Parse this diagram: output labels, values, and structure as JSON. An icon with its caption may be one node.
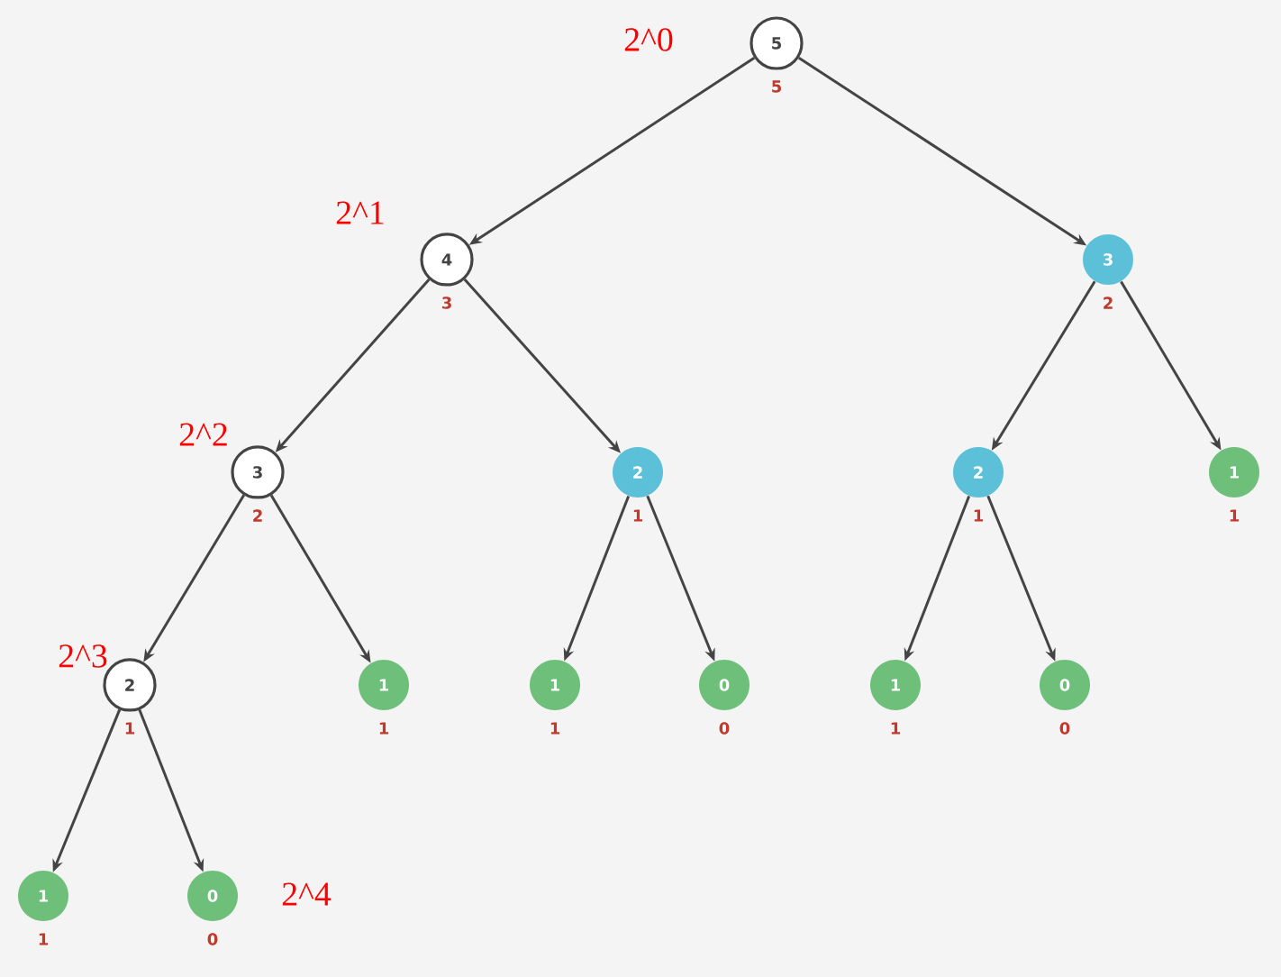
{
  "diagram": {
    "nodes": [
      {
        "text": [
          "5"
        ],
        "beside": [
          "5"
        ]
      },
      {
        "text": [
          "4"
        ],
        "beside": [
          "3"
        ]
      },
      {
        "text": [
          "3"
        ],
        "beside": [
          "2"
        ]
      },
      {
        "text": [
          "3"
        ],
        "beside": [
          "2"
        ]
      },
      {
        "text": [
          "2"
        ],
        "beside": [
          "1"
        ]
      },
      {
        "text": [
          "2"
        ],
        "beside": [
          "1"
        ]
      },
      {
        "text": [
          "1"
        ],
        "beside": [
          "1"
        ]
      },
      {
        "text": [
          "2"
        ],
        "beside": [
          "1"
        ]
      },
      {
        "text": [
          "1"
        ],
        "beside": [
          "1"
        ]
      },
      {
        "text": [
          "1"
        ],
        "beside": [
          "1"
        ]
      },
      {
        "text": [
          "0"
        ],
        "beside": [
          "0"
        ]
      },
      {
        "text": [
          "1"
        ],
        "beside": [
          "1"
        ]
      },
      {
        "text": [
          "0"
        ],
        "beside": [
          "0"
        ]
      },
      {
        "text": [
          "1"
        ],
        "beside": [
          "1"
        ]
      },
      {
        "text": [
          "0"
        ],
        "beside": [
          "0"
        ]
      }
    ],
    "edges": [
      {
        "from": 0,
        "to": 1,
        "arrow": "to"
      },
      {
        "from": 0,
        "to": 2,
        "arrow": "to"
      },
      {
        "from": 1,
        "to": 3,
        "arrow": "to"
      },
      {
        "from": 1,
        "to": 4,
        "arrow": "to"
      },
      {
        "from": 2,
        "to": 5,
        "arrow": "to"
      },
      {
        "from": 2,
        "to": 6,
        "arrow": "to"
      },
      {
        "from": 3,
        "to": 7,
        "arrow": "to"
      },
      {
        "from": 3,
        "to": 8,
        "arrow": "to"
      },
      {
        "from": 4,
        "to": 9,
        "arrow": "to"
      },
      {
        "from": 4,
        "to": 10,
        "arrow": "to"
      },
      {
        "from": 5,
        "to": 11,
        "arrow": "to"
      },
      {
        "from": 5,
        "to": 12,
        "arrow": "to"
      },
      {
        "from": 7,
        "to": 13,
        "arrow": "to"
      },
      {
        "from": 7,
        "to": 14,
        "arrow": "to"
      }
    ],
    "labels": [
      "2^0",
      "2^1",
      "2^2",
      "2^3",
      "2^4"
    ]
  }
}
